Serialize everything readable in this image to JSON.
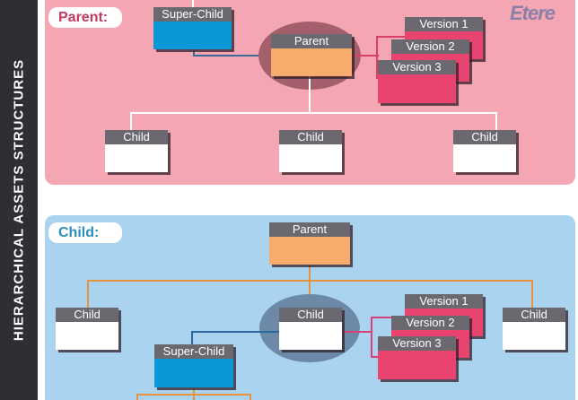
{
  "sidebar_title": "HIERARCHICAL ASSETS STRUCTURES",
  "logo": "Etere",
  "parent_section": {
    "label": "Parent:",
    "super_child": "Super-Child",
    "focus": "Parent",
    "versions": [
      "Version 1",
      "Version 2",
      "Version 3"
    ],
    "children": [
      "Child",
      "Child",
      "Child"
    ]
  },
  "child_section": {
    "label": "Child:",
    "parent": "Parent",
    "focus": "Child",
    "super_child": "Super-Child",
    "versions": [
      "Version 1",
      "Version 2",
      "Version 3"
    ],
    "siblings": [
      "Child",
      "Child"
    ]
  },
  "colors": {
    "parent": "#f7ab6c",
    "super_child": "#0a98d6",
    "version": "#e8446f",
    "child": "#ffffff",
    "header": "#6b6870",
    "pink_panel": "#f4a7b3",
    "blue_panel": "#a9d3ef"
  }
}
